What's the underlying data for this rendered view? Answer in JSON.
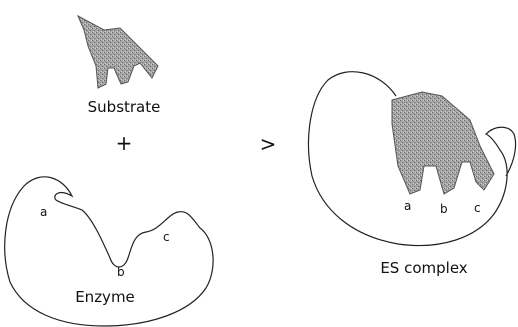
{
  "substrate": {
    "label": "Substrate",
    "fill": "#9a9a9a"
  },
  "plus": "+",
  "arrow": ">",
  "enzyme": {
    "label": "Enzyme",
    "site_labels": {
      "a": "a",
      "b": "b",
      "c": "c"
    }
  },
  "es_complex": {
    "label": "ES complex",
    "site_labels": {
      "a": "a",
      "b": "b",
      "c": "c"
    }
  }
}
